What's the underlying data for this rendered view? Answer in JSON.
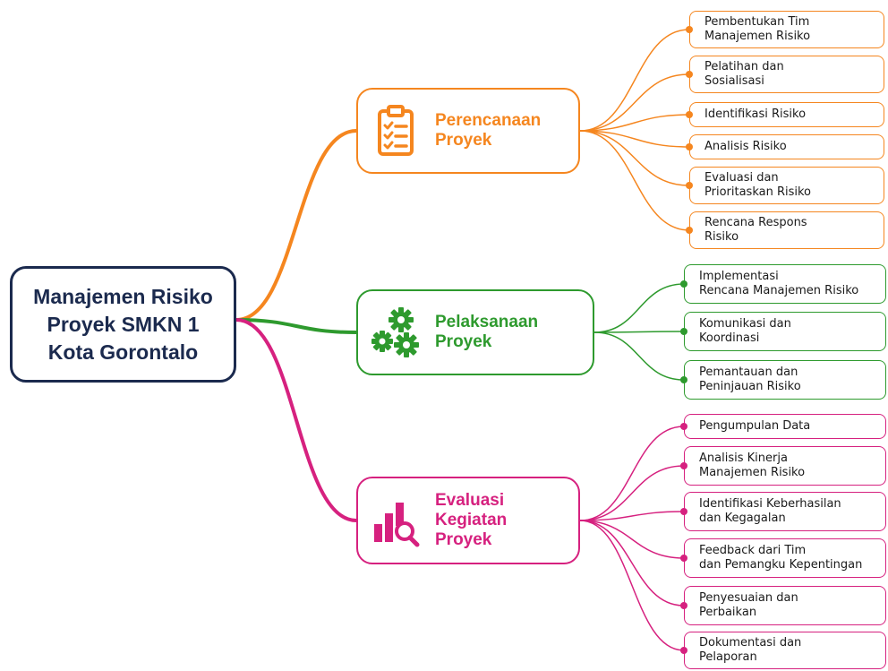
{
  "root": {
    "label": "Manajemen Risiko Proyek SMKN 1 Kota Gorontalo"
  },
  "colors": {
    "root": "#1b2a4e",
    "perencanaan": "#f5861f",
    "pelaksanaan": "#2e9a2e",
    "evaluasi": "#d6217f"
  },
  "branches": [
    {
      "label": "Perencanaan\nProyek",
      "icon": "clipboard-checklist-icon",
      "children": [
        "Pembentukan Tim\nManajemen Risiko",
        "Pelatihan dan\nSosialisasi",
        "Identifikasi Risiko",
        "Analisis Risiko",
        "Evaluasi dan\nPrioritaskan Risiko",
        "Rencana Respons\nRisiko"
      ]
    },
    {
      "label": "Pelaksanaan\nProyek",
      "icon": "gears-icon",
      "children": [
        "Implementasi\nRencana Manajemen Risiko",
        "Komunikasi dan\nKoordinasi",
        "Pemantauan dan\nPeninjauan Risiko"
      ]
    },
    {
      "label": "Evaluasi Kegiatan\nProyek",
      "icon": "bar-chart-magnifier-icon",
      "children": [
        "Pengumpulan Data",
        "Analisis Kinerja\nManajemen Risiko",
        "Identifikasi Keberhasilan\ndan Kegagalan",
        "Feedback dari Tim\ndan Pemangku Kepentingan",
        "Penyesuaian dan\nPerbaikan",
        "Dokumentasi dan\nPelaporan"
      ]
    }
  ]
}
